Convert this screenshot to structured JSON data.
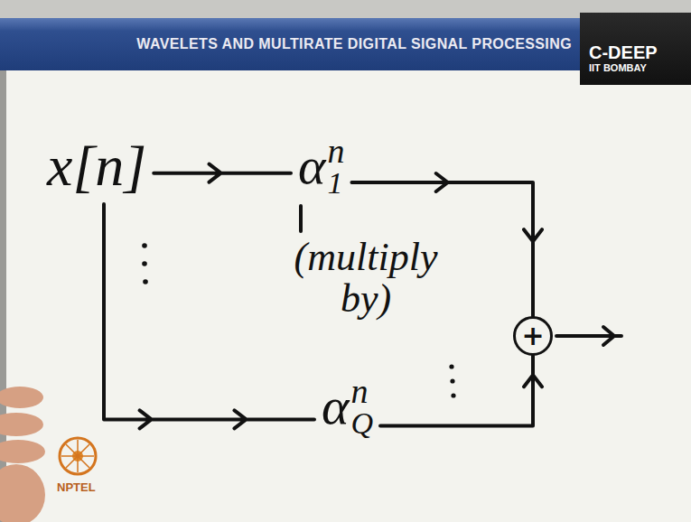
{
  "diagram": {
    "title": "WAVELETS AND MULTIRATE DIGITAL SIGNAL PROCESSING",
    "nodes": [
      {
        "text": [
          "C-DEEP",
          "IIT BOMBAY"
        ]
      },
      {
        "text": [
          "x[n]"
        ]
      },
      {
        "text": [
          "α",
          "n",
          "1"
        ]
      },
      {
        "text": [
          "+"
        ]
      },
      {
        "text": [
          "α",
          "n",
          "Q"
        ]
      }
    ],
    "edges": [
      {
        "from": 1,
        "to": 2,
        "arrow": "to"
      },
      {
        "from": 2,
        "to": 3,
        "arrow": "to"
      },
      {
        "from": 1,
        "to": 4,
        "arrow": "to"
      },
      {
        "from": 4,
        "to": 3,
        "arrow": "to"
      }
    ],
    "labels": [
      "(multiply by)",
      "NPTEL"
    ]
  }
}
